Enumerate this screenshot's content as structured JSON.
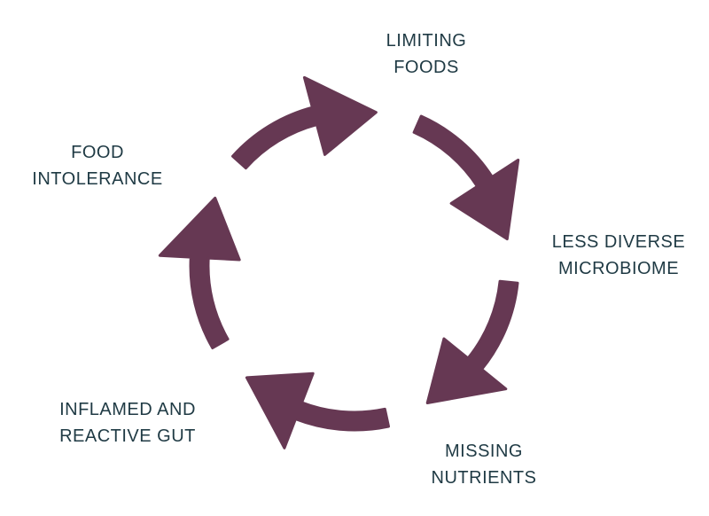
{
  "diagram": {
    "arrow_color": "#663853",
    "text_color": "#1f3a44",
    "stages": [
      {
        "line1": "LIMITING",
        "line2": "FOODS"
      },
      {
        "line1": "LESS DIVERSE",
        "line2": "MICROBIOME"
      },
      {
        "line1": "MISSING",
        "line2": "NUTRIENTS"
      },
      {
        "line1": "INFLAMED AND",
        "line2": "REACTIVE GUT"
      },
      {
        "line1": "FOOD",
        "line2": "INTOLERANCE"
      }
    ]
  }
}
